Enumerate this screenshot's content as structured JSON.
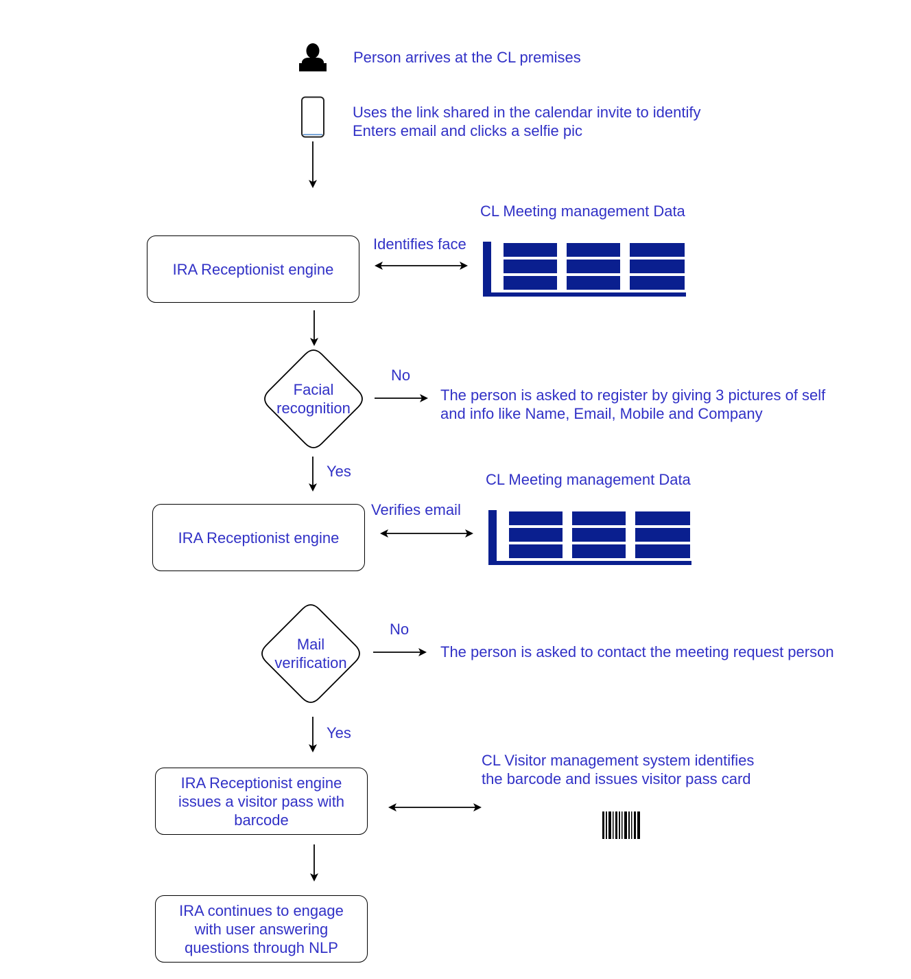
{
  "colors": {
    "text": "#3131c6",
    "db": "#0a1f8f",
    "line": "#000000"
  },
  "steps": {
    "arrival": {
      "icon": "person-icon",
      "text": "Person arrives at the CL premises"
    },
    "phone": {
      "icon": "smartphone-icon",
      "line1": "Uses the link shared in the calendar invite to identify",
      "line2": "Enters email and clicks a selfie pic"
    }
  },
  "engine1": {
    "label": "IRA Receptionist engine",
    "edge_label": "Identifies face",
    "db_title": "CL Meeting management Data",
    "db_icon": "database-table-icon"
  },
  "facial": {
    "label": "Facial\nrecognition",
    "no_label": "No",
    "yes_label": "Yes",
    "no_line1": "The person is asked to register by giving 3 pictures of self",
    "no_line2": "and info like Name, Email, Mobile and Company"
  },
  "engine2": {
    "label": "IRA Receptionist engine",
    "edge_label": "Verifies email",
    "db_title": "CL Meeting management Data",
    "db_icon": "database-table-icon"
  },
  "mail": {
    "label": "Mail\nverification",
    "no_label": "No",
    "yes_label": "Yes",
    "no_text": "The person is asked to contact the meeting request person"
  },
  "pass": {
    "label": "IRA Receptionist engine\nissues a visitor pass with\nbarcode",
    "vms_line1": "CL Visitor management system identifies",
    "vms_line2": "the barcode and issues visitor pass card",
    "barcode_icon": "barcode-icon"
  },
  "final": {
    "label": "IRA continues to engage\nwith user answering\nquestions through NLP"
  }
}
